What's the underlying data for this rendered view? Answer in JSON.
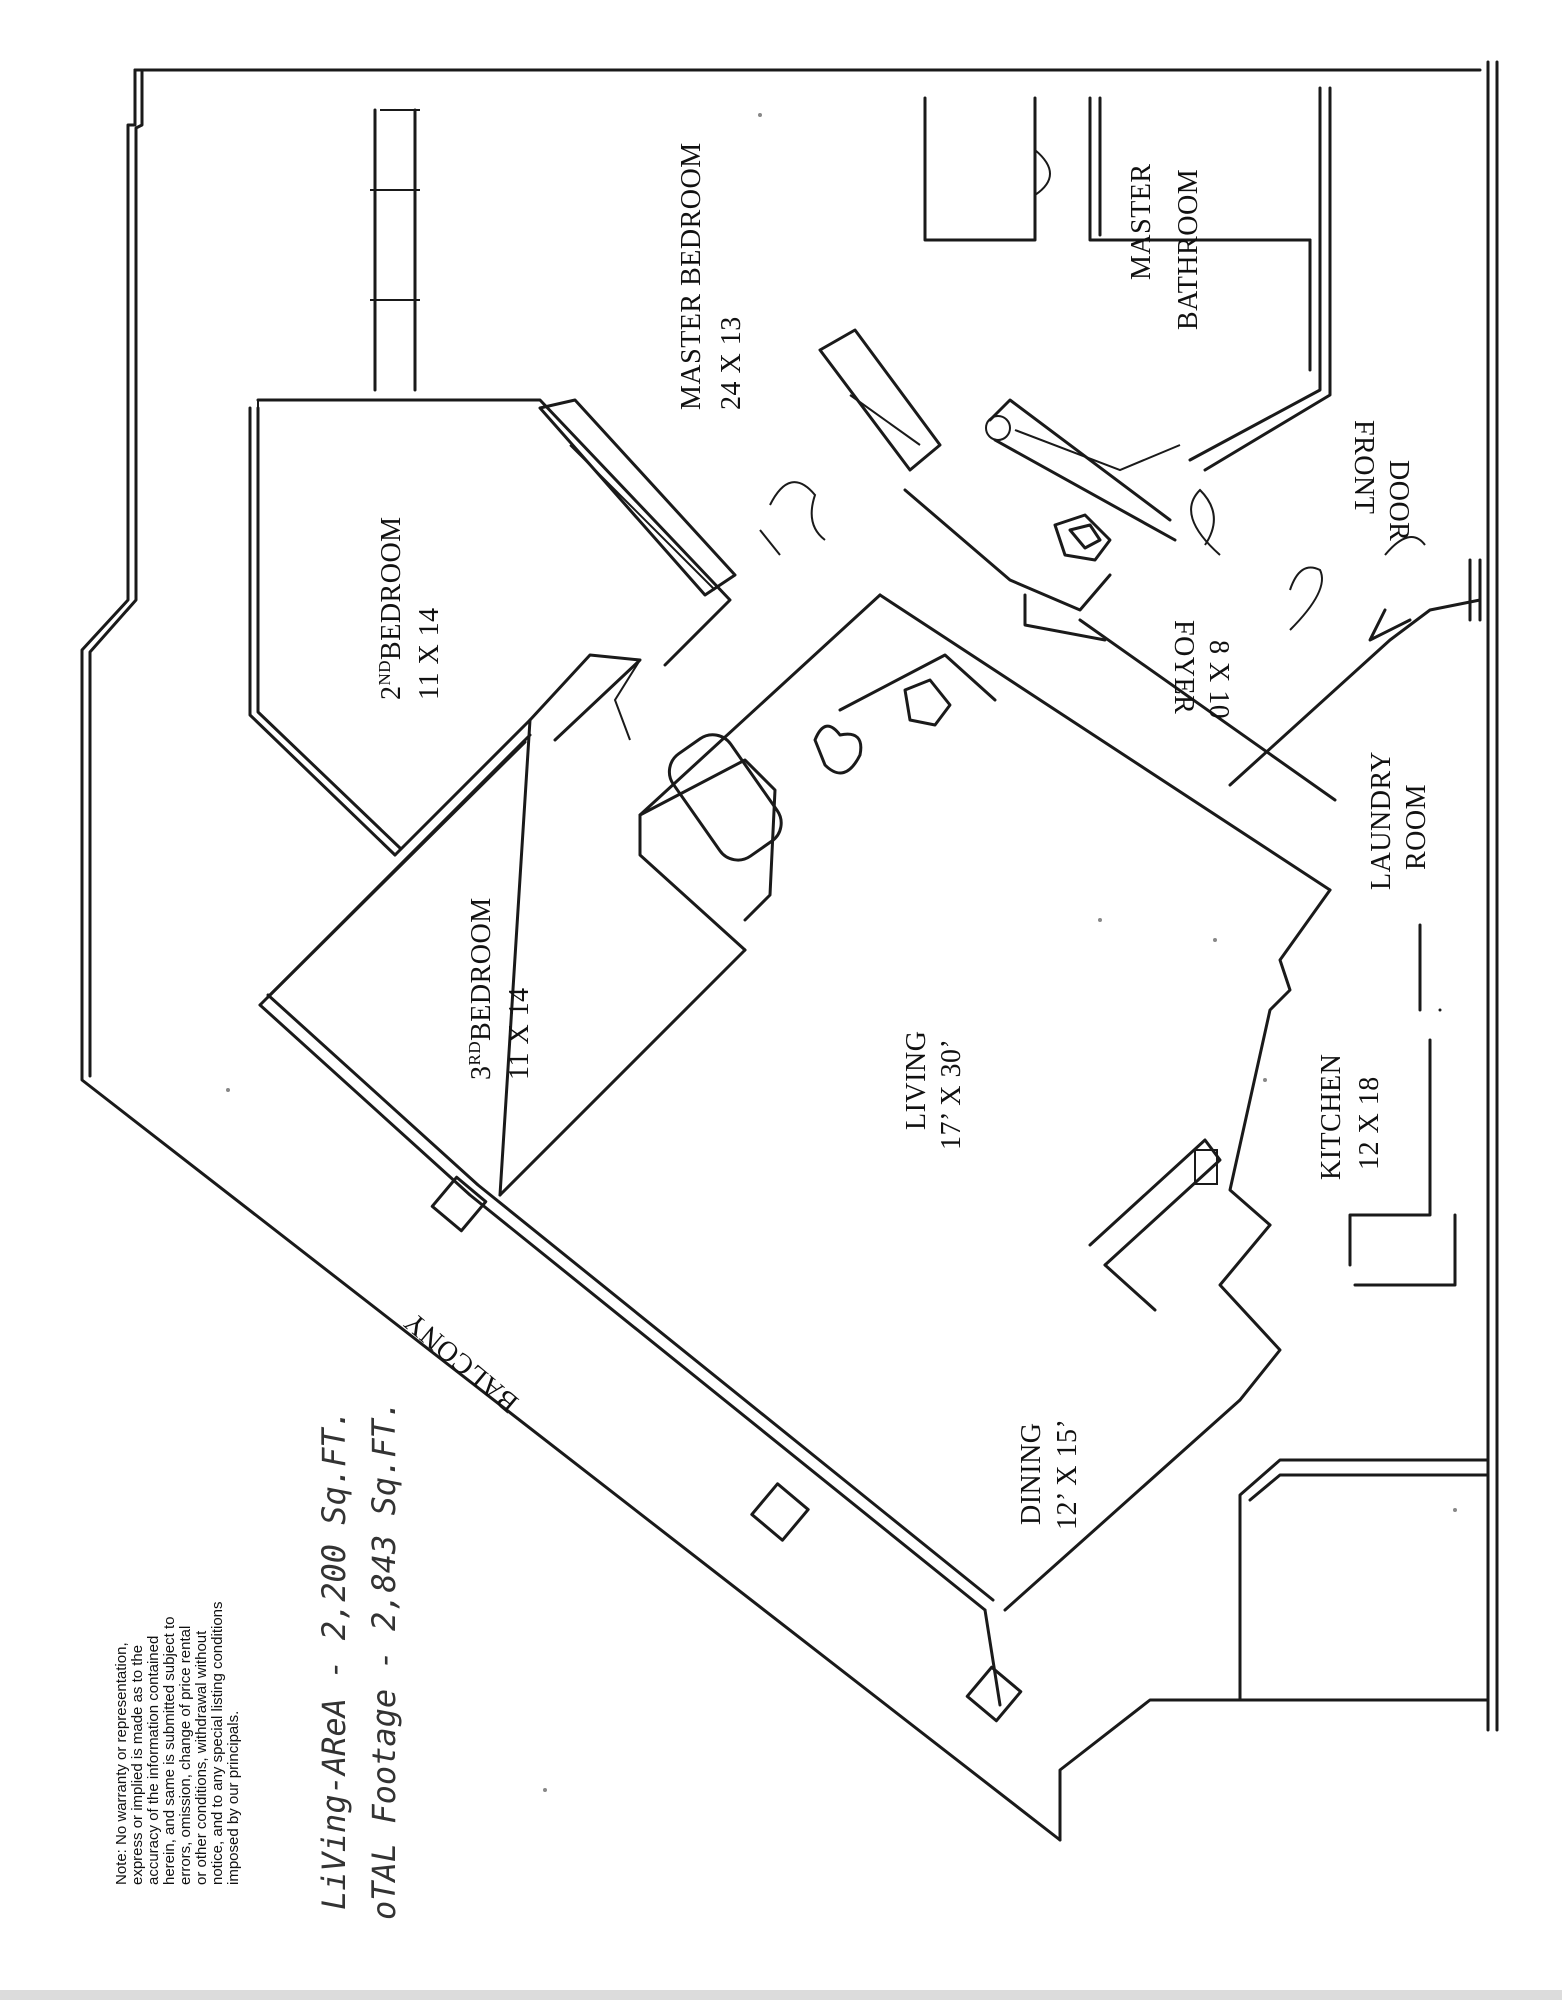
{
  "rooms": {
    "master_bedroom": {
      "name": "MASTER BEDROOM",
      "size": "24 X 13"
    },
    "master_bathroom": {
      "line1": "MASTER",
      "line2": "BATHROOM"
    },
    "second_bedroom": {
      "name_sup": "ND",
      "name_prefix": "2",
      "name_rest": "BEDROOM",
      "size": "11 X 14"
    },
    "third_bedroom": {
      "name_sup": "RD",
      "name_prefix": "3",
      "name_rest": "BEDROOM",
      "size": "11 X 14"
    },
    "front_door": {
      "line1": "FRONT",
      "line2": "DOOR"
    },
    "foyer": {
      "name": "FOYER",
      "size": "8 X 10"
    },
    "laundry": {
      "line1": "LAUNDRY",
      "line2": "ROOM"
    },
    "living": {
      "name": "LIVING",
      "size": "17’ X 30’"
    },
    "kitchen": {
      "name": "KITCHEN",
      "size": "12 X 18"
    },
    "dining": {
      "name": "DINING",
      "size": "12’ X 15’"
    },
    "balcony": {
      "name": "BALCONY"
    }
  },
  "handwritten": {
    "living_area": "LiVing-AReA - 2,200 Sq.FT.",
    "total_footage": "oTAL Footage - 2,843 Sq.FT."
  },
  "disclaimer": {
    "lines": [
      "Note: No warranty or representation,",
      "express or implied is made as to the",
      "accuracy of the information contained",
      "herein, and same is submitted subject to",
      "errors, omission, change of price rental",
      "or other conditions, withdrawal without",
      "notice, and to any special listing conditions",
      "imposed by our principals."
    ]
  }
}
